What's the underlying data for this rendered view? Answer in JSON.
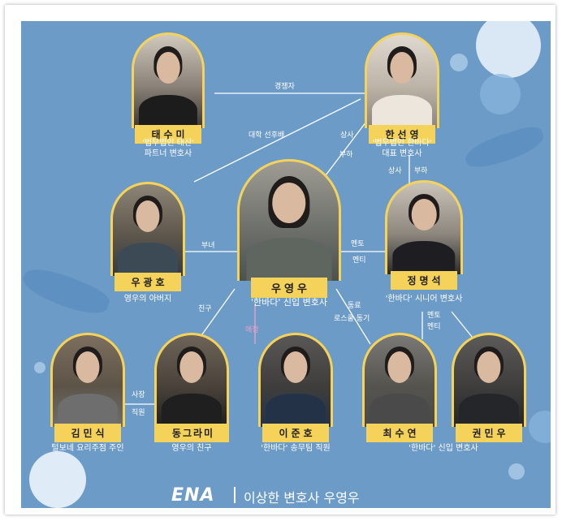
{
  "people": [
    {
      "id": "tae",
      "name": "태수미",
      "caption": [
        "'법무법인 태산'",
        "파트너 변호사"
      ],
      "top_color": "#d8d2c8",
      "outfit": "#1c1c1c"
    },
    {
      "id": "han",
      "name": "한선영",
      "caption": [
        "'법무법인 한바다'",
        "대표 변호사"
      ],
      "top_color": "#e9e4dc",
      "outfit": "#e9e3da"
    },
    {
      "id": "woo_gwangho",
      "name": "우광호",
      "caption": [
        "영우의 아버지"
      ],
      "top_color": "#7a7364",
      "outfit": "#3c4a55"
    },
    {
      "id": "woo_youngwoo",
      "name": "우영우",
      "caption": [
        "'한바다' 신입 변호사"
      ],
      "top_color": "#8f8f86",
      "outfit": "#5f6660"
    },
    {
      "id": "jung",
      "name": "정명석",
      "caption": [
        "'한바다' 시니어 변호사"
      ],
      "top_color": "#a9a49c",
      "outfit": "#1e1e22"
    },
    {
      "id": "kim",
      "name": "김민식",
      "caption": [
        "털보네 요리주점 주인"
      ],
      "top_color": "#6e6254",
      "outfit": "#6e6e6e"
    },
    {
      "id": "dong",
      "name": "동그라미",
      "caption": [
        "영우의 친구"
      ],
      "top_color": "#5e564c",
      "outfit": "#1f1f1f"
    },
    {
      "id": "lee",
      "name": "이준호",
      "caption": [
        "'한바다' 송무팀 직원"
      ],
      "top_color": "#4c4b4a",
      "outfit": "#233246"
    },
    {
      "id": "choi",
      "name": "최수연",
      "caption": [
        "'한바다' 신입 변호사"
      ],
      "top_color": "#6b6a66",
      "outfit": "#4a4a4a"
    },
    {
      "id": "kwon",
      "name": "권민우",
      "caption": [
        "'한바다' 신입 변호사"
      ],
      "top_color": "#4f4e4c",
      "outfit": "#25262a"
    }
  ],
  "relations": {
    "rivals": "경쟁자",
    "alumni": "대학 선후배",
    "boss_sub_a": "상사",
    "boss_sub_b": "부하",
    "boss_sub_c": "상사",
    "boss_sub_d": "부하",
    "father_daughter": "부녀",
    "mentor": "멘토",
    "mentee": "멘티",
    "friend": "친구",
    "affection": "애정",
    "colleague": "동료",
    "classmate": "로스쿨 동기",
    "mentor2": "멘토",
    "mentee2": "멘티",
    "owner": "사장",
    "employee": "직원"
  },
  "footer": {
    "logo": "ENA",
    "separator": "|",
    "title": "이상한 변호사 우영우"
  },
  "colors": {
    "background": "#6d9bc7",
    "accent": "#f5d35a",
    "line": "#ffffff",
    "affection": "#f2a0c8"
  }
}
